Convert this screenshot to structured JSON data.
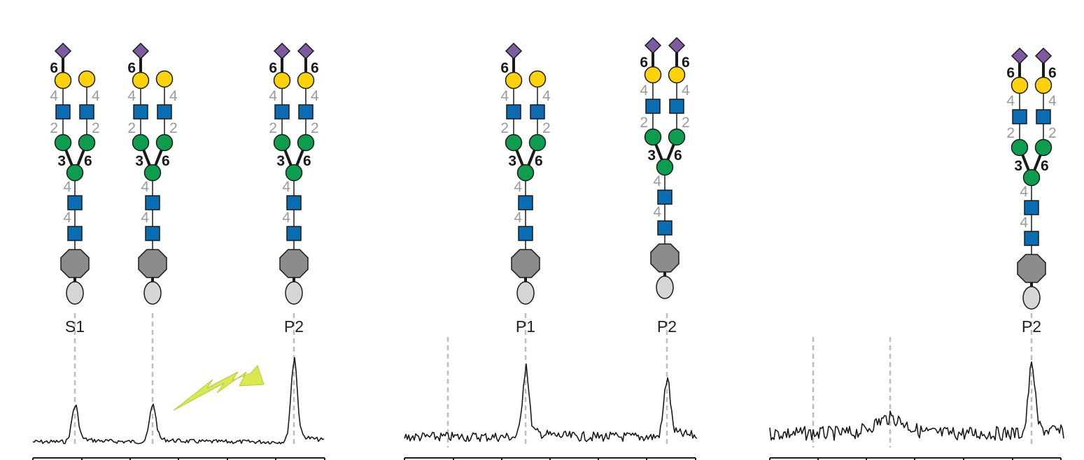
{
  "colors": {
    "sialic_acid": "#7e5aa0",
    "galactose": "#fdd20a",
    "glcnac": "#0a6db4",
    "mannose": "#0e9d4e",
    "octagon": "#8a8c8e",
    "ellipse": "#d6d6d6",
    "trace": "#1a1a1a",
    "guide": "#bdbdbd",
    "lightning": "#d9e84f"
  },
  "icons": [
    "lightning-bolt-icon"
  ],
  "panels": [
    {
      "id": "panel-1",
      "peaks": [
        {
          "label": "S1",
          "type": "monosialylated",
          "height": 0.45
        },
        {
          "label": "",
          "type": "monosialylated",
          "height": 0.45
        },
        {
          "label": "P2",
          "type": "disialylated",
          "height": 1.0
        }
      ]
    },
    {
      "id": "panel-2",
      "peaks": [
        {
          "label": "P1",
          "type": "monosialylated",
          "height": 0.95
        },
        {
          "label": "P2",
          "type": "disialylated",
          "height": 0.8
        }
      ]
    },
    {
      "id": "panel-3",
      "peaks": [
        {
          "label": "P2",
          "type": "disialylated",
          "height": 0.95
        }
      ]
    }
  ],
  "linkages": {
    "sia_gal": "6",
    "gal_glcnac": "4",
    "glcnac_man": "2",
    "man_left": "3",
    "man_right": "6",
    "core": "4"
  }
}
